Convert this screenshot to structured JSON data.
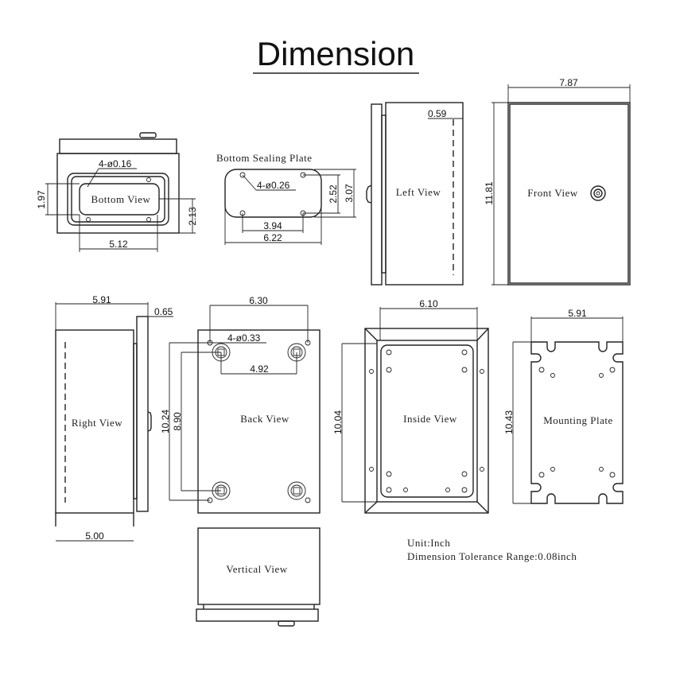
{
  "title": "Dimension",
  "views": {
    "bottom": {
      "label": "Bottom View",
      "holes": "4-ø0.16",
      "h_inner": "1.97",
      "h_outer": "2.13",
      "w": "5.12"
    },
    "sealing": {
      "label": "Bottom Sealing Plate",
      "holes": "4-ø0.26",
      "hole_w": "3.94",
      "w": "6.22",
      "hole_h": "2.52",
      "h": "3.07"
    },
    "left": {
      "label": "Left View",
      "offset": "0.59"
    },
    "front": {
      "label": "Front View",
      "w": "7.87",
      "h": "11.81"
    },
    "right": {
      "label": "Right View",
      "w": "5.91",
      "door": "0.65",
      "base": "5.00"
    },
    "back": {
      "label": "Back View",
      "hole_w": "6.30",
      "holes": "4-ø0.33",
      "boss_w": "4.92",
      "hole_h": "10.24",
      "boss_h": "8.90"
    },
    "inside": {
      "label": "Inside View",
      "w": "6.10",
      "h": "10.04"
    },
    "mounting": {
      "label": "Mounting Plate",
      "w": "5.91",
      "h": "10.43"
    },
    "vertical": {
      "label": "Vertical View"
    }
  },
  "notes": {
    "unit": "Unit:Inch",
    "tolerance": "Dimension Tolerance Range:0.08inch"
  }
}
